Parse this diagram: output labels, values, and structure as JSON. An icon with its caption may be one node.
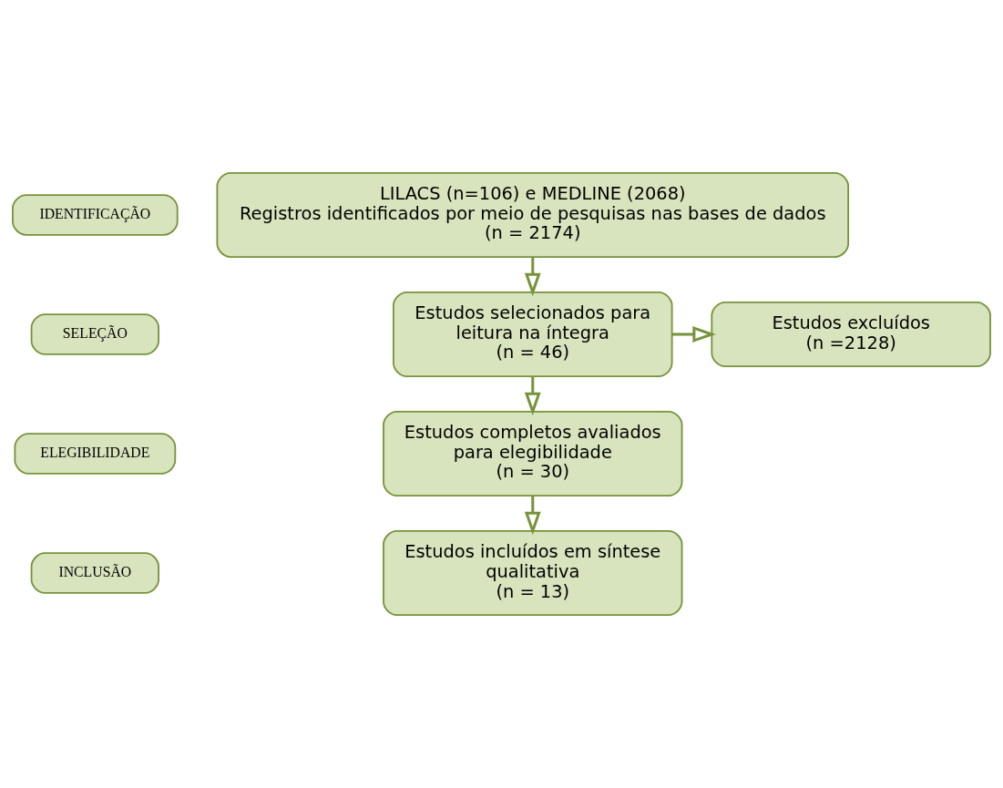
{
  "diagram": {
    "nodes": [
      {
        "text": [
          "IDENTIFICAÇÃO"
        ]
      },
      {
        "text": [
          "LILACS (n=106) e MEDLINE (2068)",
          "Registros identificados por meio de pesquisas nas bases de dados",
          "(n = 2174)"
        ]
      },
      {
        "text": [
          "SELEÇÃO"
        ]
      },
      {
        "text": [
          "Estudos selecionados para leitura na íntegra",
          "(n = 46)"
        ]
      },
      {
        "text": [
          "Estudos excluídos",
          "(n =2128)"
        ]
      },
      {
        "text": [
          "ELEGIBILIDADE"
        ]
      },
      {
        "text": [
          "Estudos completos avaliados para elegibilidade",
          "(n = 30)"
        ]
      },
      {
        "text": [
          "INCLUSÃO"
        ]
      },
      {
        "text": [
          "Estudos incluídos em síntese qualitativa",
          "(n = 13)"
        ]
      }
    ],
    "edges": [
      {
        "from": 1,
        "to": 3,
        "arrow": "to"
      },
      {
        "from": 3,
        "to": 4,
        "arrow": "to"
      },
      {
        "from": 3,
        "to": 6,
        "arrow": "to"
      },
      {
        "from": 6,
        "to": 8,
        "arrow": "to"
      }
    ]
  }
}
